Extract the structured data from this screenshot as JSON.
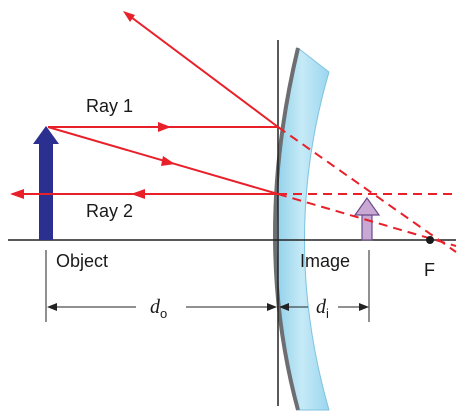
{
  "labels": {
    "ray1": "Ray 1",
    "ray2": "Ray 2",
    "object": "Object",
    "image": "Image",
    "focal_point": "F",
    "d_object_symbol": "d",
    "d_object_sub": "o",
    "d_image_symbol": "d",
    "d_image_sub": "i"
  },
  "colors": {
    "ray": "#e8202a",
    "object_arrow": "#2b2f8f",
    "image_arrow_fill": "#c9a9d4",
    "image_arrow_stroke": "#6a4a8a",
    "mirror_face": "#a9dcef",
    "mirror_edge": "#6d6e71",
    "axis": "#222222"
  }
}
